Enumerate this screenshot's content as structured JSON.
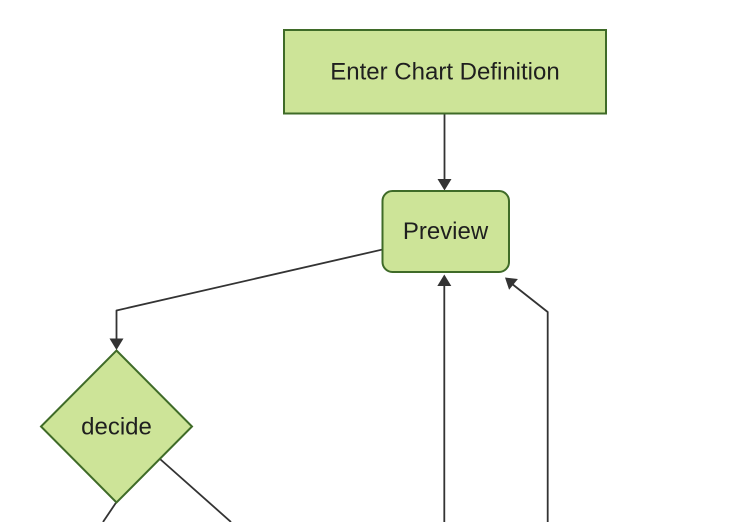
{
  "diagram": {
    "type": "flowchart",
    "direction": "top-to-bottom",
    "nodes": [
      {
        "id": "enter-chart-definition",
        "label": "Enter Chart Definition",
        "shape": "rectangle"
      },
      {
        "id": "preview",
        "label": "Preview",
        "shape": "rounded-rectangle"
      },
      {
        "id": "decide",
        "label": "decide",
        "shape": "diamond"
      }
    ],
    "edges": [
      {
        "from": "enter-chart-definition",
        "to": "preview",
        "arrow": "into preview top"
      },
      {
        "from": "preview",
        "to": "decide",
        "arrow": "into decide top"
      },
      {
        "from": "decide",
        "to": "offscreen-bottom-left",
        "arrow": "none visible (exits frame)"
      },
      {
        "from": "decide",
        "to": "offscreen-bottom-right",
        "arrow": "none visible (exits frame)"
      },
      {
        "from": "offscreen-bottom",
        "to": "preview",
        "arrow": "into preview bottom"
      },
      {
        "from": "offscreen-bottom-right",
        "to": "preview",
        "arrow": "into preview bottom-right corner"
      }
    ]
  },
  "colors": {
    "background": "#ffffff",
    "node_fill": "#cde498",
    "node_border": "#3f6b28",
    "edge_line": "#333333",
    "label_text": "#1f1f1f"
  }
}
